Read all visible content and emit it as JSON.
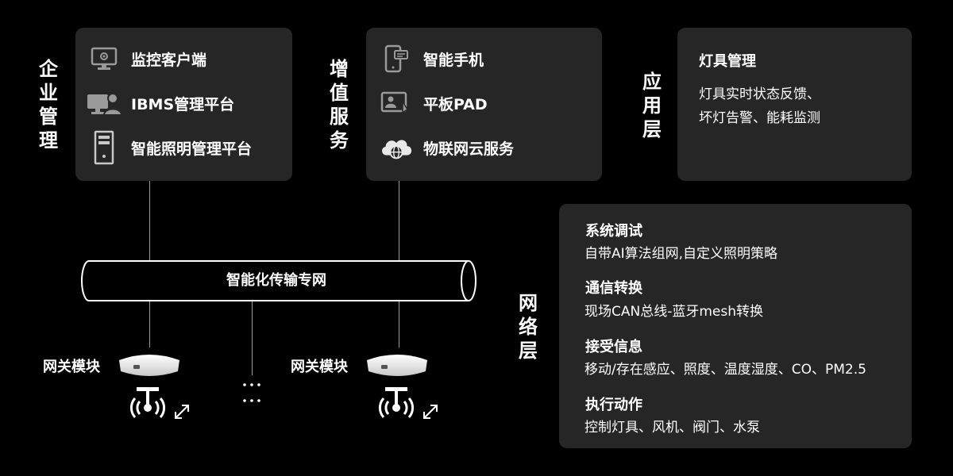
{
  "layers": {
    "enterprise": [
      "企",
      "业",
      "管",
      "理"
    ],
    "value_added": [
      "增",
      "值",
      "服",
      "务"
    ],
    "application": [
      "应",
      "用",
      "层"
    ],
    "network": [
      "网",
      "络",
      "层"
    ]
  },
  "enterprise_box": {
    "items": [
      {
        "label": "监控客户端",
        "icon": "monitor-gear-icon"
      },
      {
        "label": "IBMS管理平台",
        "icon": "computer-user-icon"
      },
      {
        "label": "智能照明管理平台",
        "icon": "server-icon"
      }
    ]
  },
  "value_box": {
    "items": [
      {
        "label": "智能手机",
        "icon": "smartphone-icon"
      },
      {
        "label": "平板PAD",
        "icon": "tablet-icon"
      },
      {
        "label": "物联网云服务",
        "icon": "cloud-globe-icon"
      }
    ]
  },
  "app_box": {
    "title": "灯具管理",
    "lines": [
      "灯具实时状态反馈、",
      "坏灯告警、能耗监测"
    ]
  },
  "network_box": {
    "sections": [
      {
        "title": "系统调试",
        "desc": "自带AI算法组网,自定义照明策略"
      },
      {
        "title": "通信转换",
        "desc": "现场CAN总线-蓝牙mesh转换"
      },
      {
        "title": "接受信息",
        "desc": "移动/存在感应、照度、温度湿度、CO、PM2.5"
      },
      {
        "title": "执行动作",
        "desc": "控制灯具、风机、阀门、水泵"
      }
    ]
  },
  "pipe": {
    "label": "智能化传输专网"
  },
  "gateways": {
    "label_left": "网关模块",
    "label_right": "网关模块",
    "ellipsis": "⋮"
  },
  "colors": {
    "background": "#000000",
    "panel": "#262626",
    "text": "#ffffff",
    "icon": "#9a9a9a"
  }
}
